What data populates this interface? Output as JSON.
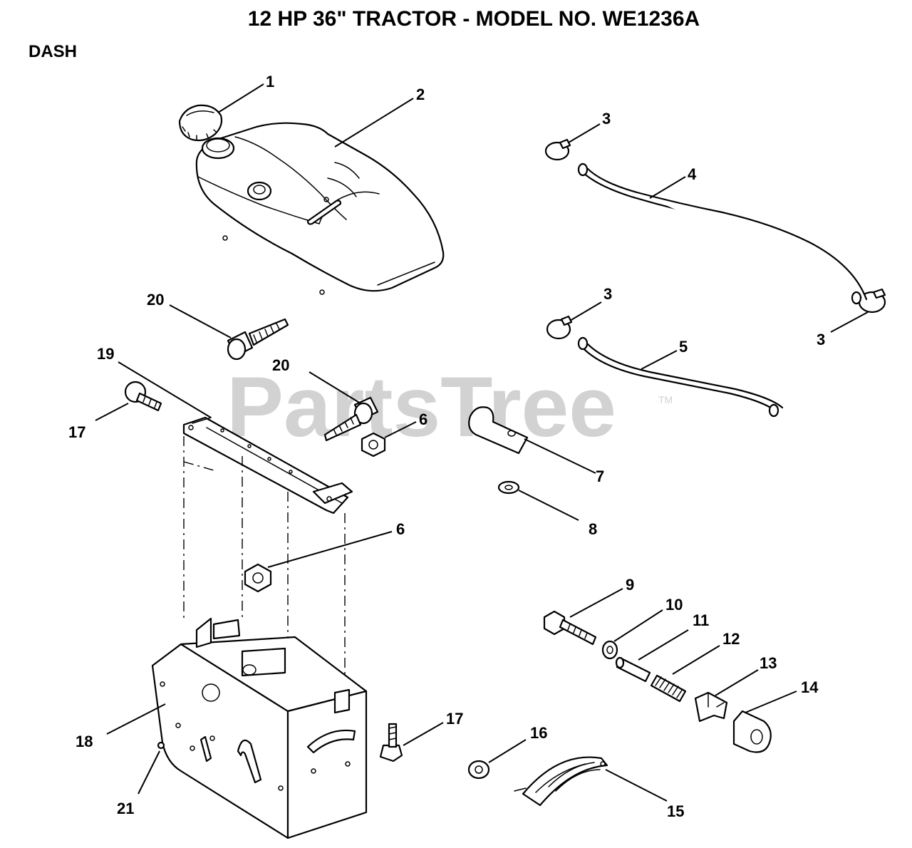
{
  "header": {
    "title": "12 HP 36\" TRACTOR - MODEL NO. WE1236A",
    "section": "DASH"
  },
  "watermark": {
    "text": "PartsTree",
    "trademark": "TM"
  },
  "callouts": {
    "c1": "1",
    "c2": "2",
    "c3a": "3",
    "c3b": "3",
    "c3c": "3",
    "c4": "4",
    "c5": "5",
    "c6a": "6",
    "c6b": "6",
    "c7": "7",
    "c8": "8",
    "c9": "9",
    "c10": "10",
    "c11": "11",
    "c12": "12",
    "c13": "13",
    "c14": "14",
    "c15": "15",
    "c16": "16",
    "c17a": "17",
    "c17b": "17",
    "c18": "18",
    "c19": "19",
    "c20a": "20",
    "c20b": "20",
    "c21": "21"
  }
}
